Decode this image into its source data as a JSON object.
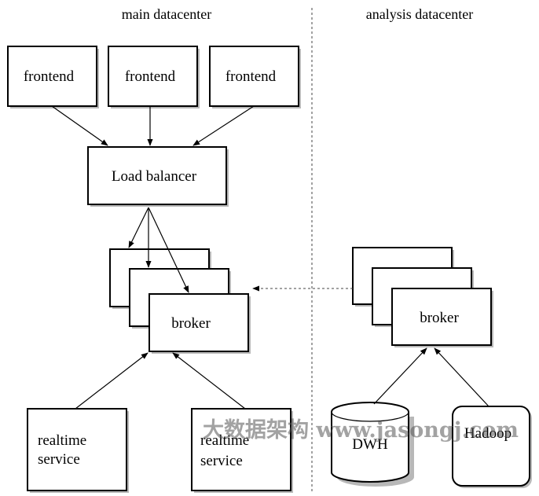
{
  "headers": {
    "main": "main datacenter",
    "analysis": "analysis datacenter"
  },
  "nodes": {
    "frontend_1": "frontend",
    "frontend_2": "frontend",
    "frontend_3": "frontend",
    "load_balancer": "Load balancer",
    "broker_main": "broker",
    "broker_analysis": "broker",
    "realtime_1": [
      "realtime",
      "service"
    ],
    "realtime_2": [
      "realtime",
      "service"
    ],
    "dwh": "DWH",
    "hadoop": "Hadoop"
  },
  "watermark": "大数据架构 www.jasongj.com"
}
